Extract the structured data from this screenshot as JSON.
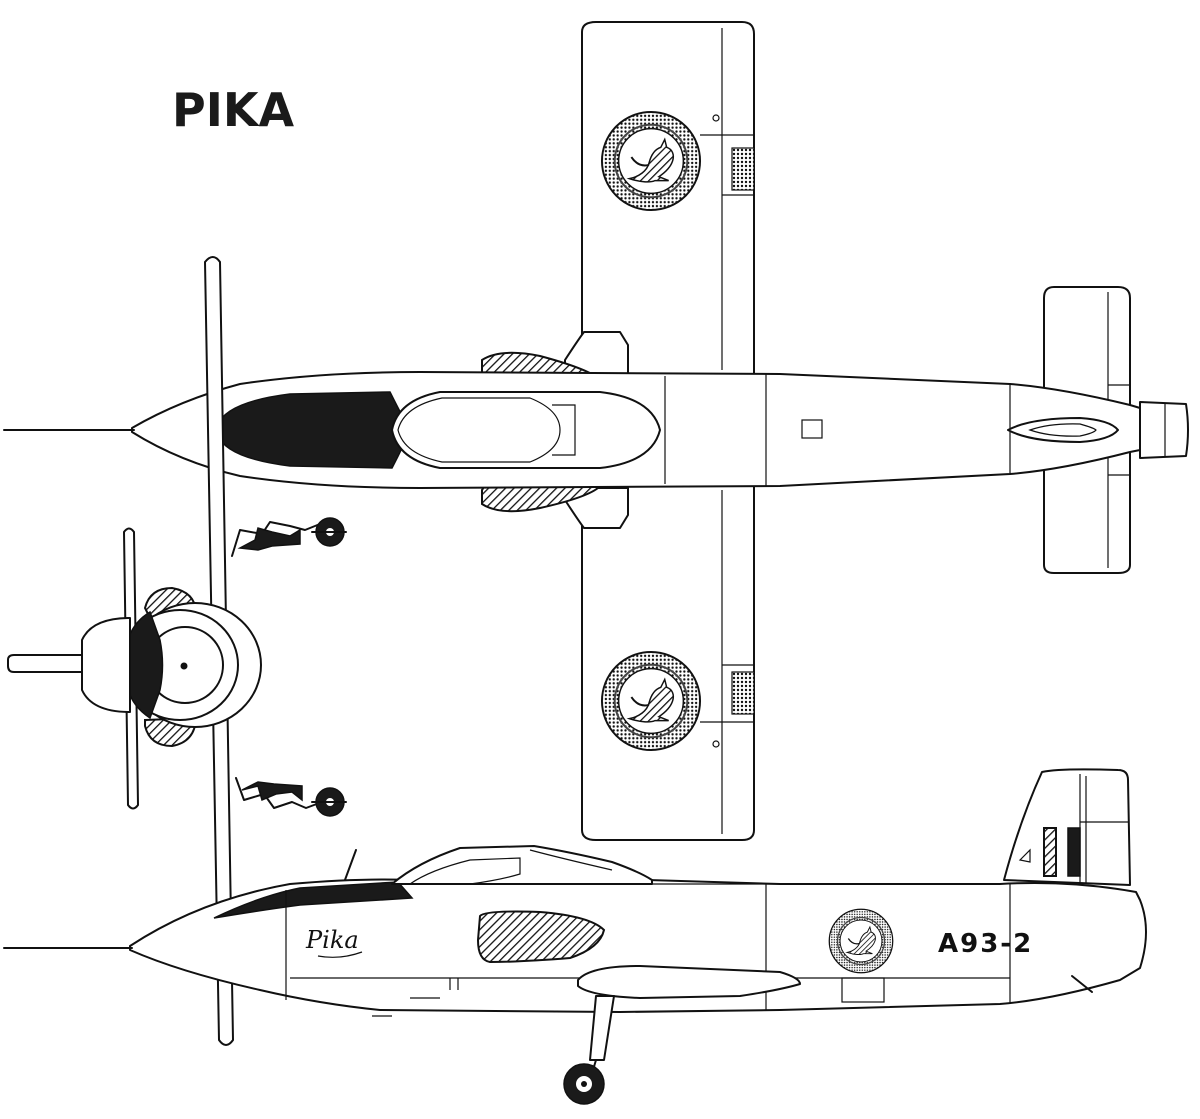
{
  "title": "PIKA",
  "fuselage_script": "Pika",
  "serial": "A93-2",
  "colors": {
    "ink": "#111111",
    "paper": "#ffffff"
  },
  "icons": {
    "roundel": "kangaroo-roundel-icon"
  }
}
